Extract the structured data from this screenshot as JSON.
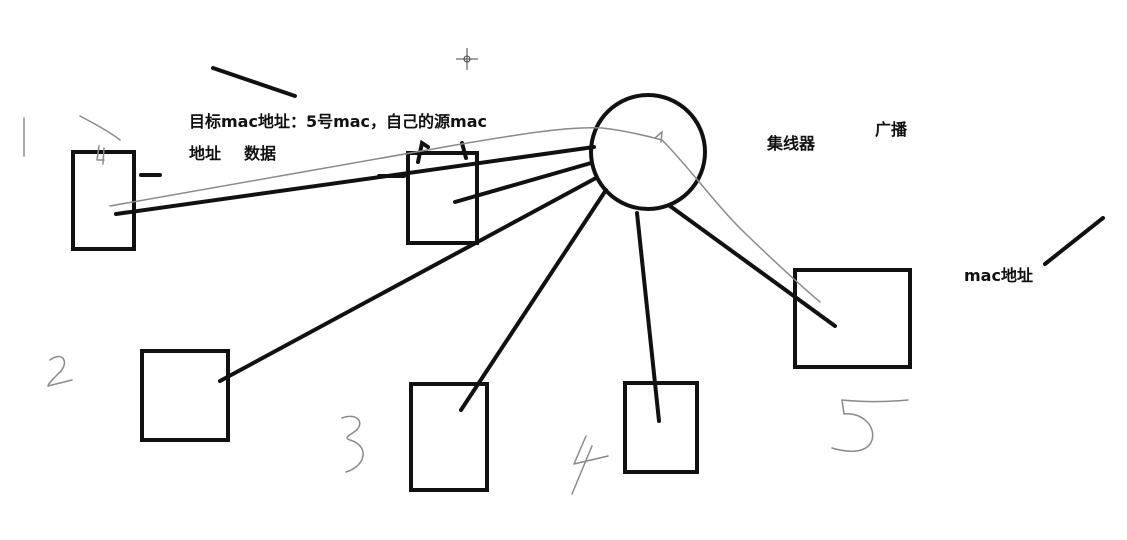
{
  "diagram": {
    "annotation_line1": "目标mac地址：5号mac，自己的源mac",
    "annotation_line2_a": "地址",
    "annotation_line2_b": "数据",
    "hub_label": "集线器",
    "broadcast_label": "广播",
    "mac_label": "mac地址",
    "handwritten_numbers": [
      "1",
      "2",
      "3",
      "4",
      "5"
    ]
  },
  "colors": {
    "ink": "#111111",
    "pencil": "#8a8a8a",
    "background": "#ffffff"
  }
}
